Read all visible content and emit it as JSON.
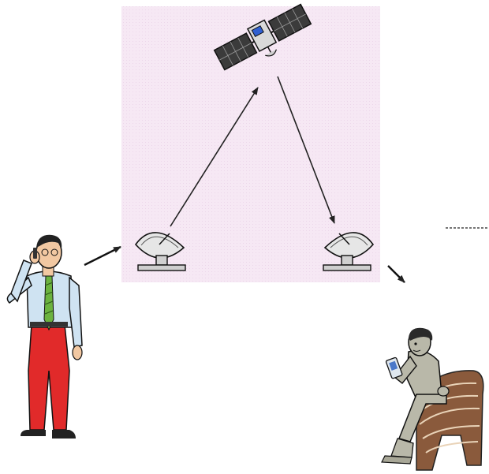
{
  "diagram": {
    "nodes": [
      {
        "id": "caller",
        "icon": "man-on-phone-icon"
      },
      {
        "id": "uplink-station",
        "icon": "satellite-dish-icon"
      },
      {
        "id": "satellite",
        "icon": "satellite-icon"
      },
      {
        "id": "downlink-station",
        "icon": "satellite-dish-icon"
      },
      {
        "id": "receiver",
        "icon": "man-with-phone-icon"
      }
    ],
    "edges": [
      {
        "from": "caller",
        "to": "uplink-station"
      },
      {
        "from": "uplink-station",
        "to": "satellite"
      },
      {
        "from": "satellite",
        "to": "downlink-station"
      },
      {
        "from": "downlink-station",
        "to": "receiver"
      }
    ]
  },
  "colors": {
    "panel_background": "#f6e8f4",
    "arrow": "#222222",
    "shirt": "#cfe3f2",
    "trousers": "#e12a2a",
    "tie": "#6cb33f",
    "skin": "#f2c8a2",
    "receiver_skin": "#b9b8a9",
    "stool": "#8a5a3c",
    "solar_panel": "#3b3b3b",
    "dish": "#e6e6e6"
  }
}
